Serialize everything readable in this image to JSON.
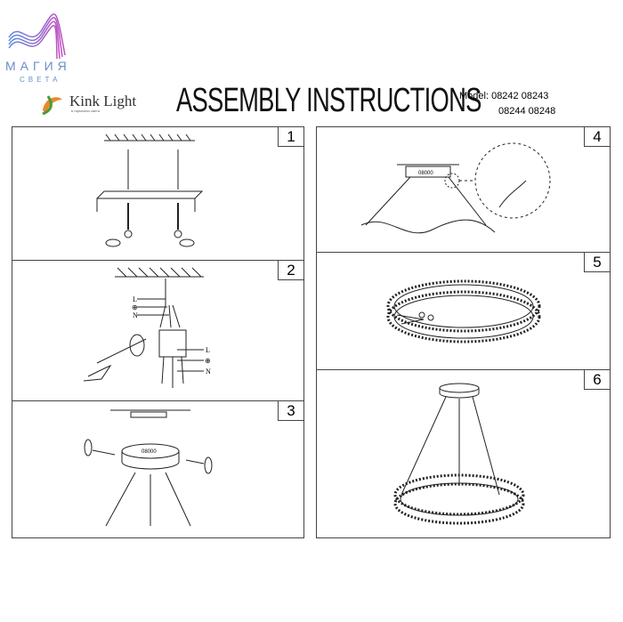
{
  "header": {
    "brand_name": "МАГИЯ",
    "brand_sub": "СВЕТА",
    "kink_logo": "Kink Light",
    "kink_tagline": "в гармонии света",
    "title": "ASSEMBLY INSTRUCTIONS",
    "model_line1": "Model:  08242  08243",
    "model_line2": "08244  08248"
  },
  "steps": [
    {
      "number": "1"
    },
    {
      "number": "2",
      "labels": {
        "live": "L",
        "earth": "⊕",
        "neutral": "N"
      }
    },
    {
      "number": "3",
      "canopy_code": "08000"
    },
    {
      "number": "4",
      "canopy_code": "08000"
    },
    {
      "number": "5"
    },
    {
      "number": "6"
    }
  ]
}
